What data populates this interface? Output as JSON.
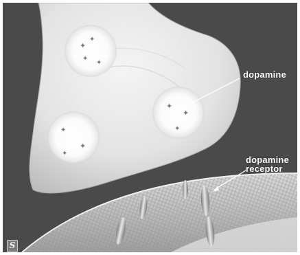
{
  "labels": {
    "dopamine": "dopamine",
    "receptor_line1": "dopamine",
    "receptor_line2": "receptor"
  },
  "logo": {
    "glyph": "S"
  },
  "colors": {
    "background": "#4a4a4a",
    "terminal": "#e6e6e6",
    "membrane": "#c9c9c9",
    "label": "#ffffff"
  },
  "icons": {
    "vesicle": "vesicle-icon",
    "molecule": "dopamine-molecule-icon",
    "receptor": "receptor-icon"
  }
}
